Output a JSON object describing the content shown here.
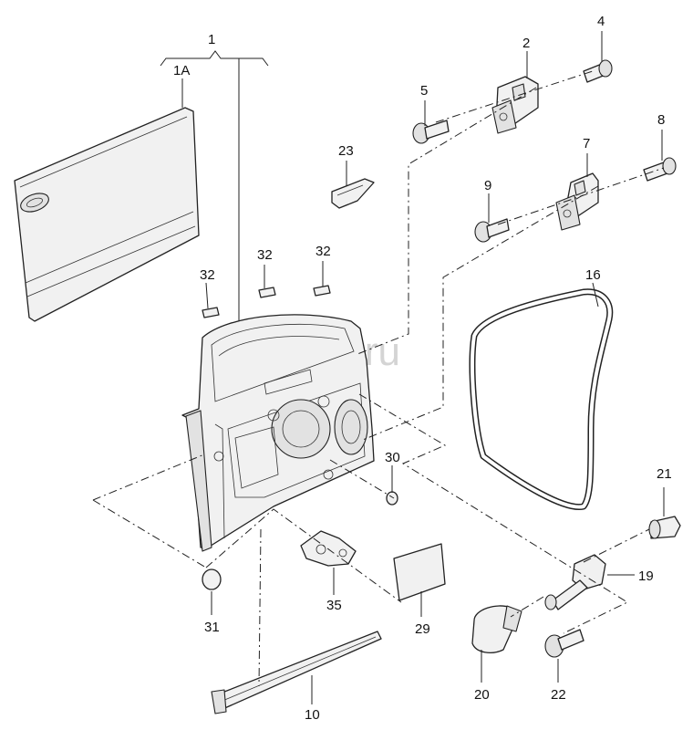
{
  "watermark": "vagtec.ru",
  "callouts": {
    "c1": "1",
    "c1a": "1A",
    "c2": "2",
    "c4": "4",
    "c5": "5",
    "c7": "7",
    "c8": "8",
    "c9": "9",
    "c10": "10",
    "c16": "16",
    "c19": "19",
    "c20": "20",
    "c21": "21",
    "c22": "22",
    "c23": "23",
    "c29": "29",
    "c30": "30",
    "c31": "31",
    "c32a": "32",
    "c32b": "32",
    "c32c": "32",
    "c35": "35"
  }
}
